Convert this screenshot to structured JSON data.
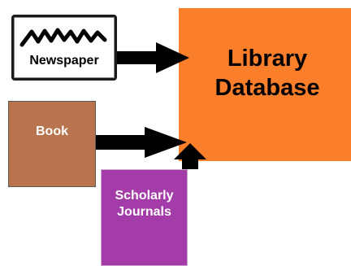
{
  "nodes": {
    "newspaper": {
      "label": "Newspaper",
      "fill": "#ffffff",
      "icon": "scribble-headline-icon"
    },
    "library": {
      "label_line1": "Library",
      "label_line2": "Database",
      "fill": "#fb7f2a"
    },
    "book": {
      "label": "Book",
      "fill": "#b9734f"
    },
    "journals": {
      "label_line1": "Scholarly",
      "label_line2": "Journals",
      "fill": "#a33ca8"
    }
  },
  "edges": [
    {
      "from": "newspaper",
      "to": "library"
    },
    {
      "from": "book",
      "to": "library"
    },
    {
      "from": "journals",
      "to": "library"
    }
  ],
  "colors": {
    "arrow": "#000000"
  }
}
